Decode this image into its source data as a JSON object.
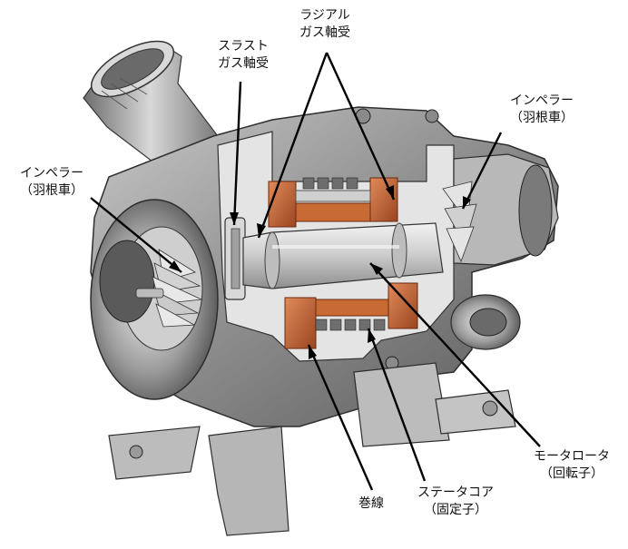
{
  "labels": {
    "radial_bearing": {
      "line1": "ラジアル",
      "line2": "ガス軸受"
    },
    "thrust_bearing": {
      "line1": "スラスト",
      "line2": "ガス軸受"
    },
    "impeller_right": {
      "line1": "インペラー",
      "line2": "（羽根車）"
    },
    "impeller_left": {
      "line1": "インペラー",
      "line2": "（羽根車）"
    },
    "motor_rotor": {
      "line1": "モータロータ",
      "line2": "（回転子）"
    },
    "winding": {
      "line1": "巻線"
    },
    "stator_core": {
      "line1": "ステータコア",
      "line2": "（固定子）"
    }
  },
  "colors": {
    "casing": "#9a9a9a",
    "casing_dark": "#4a4a4a",
    "section_face": "#e6e6e6",
    "copper": "#c8683a",
    "copper_dark": "#8a3a1c",
    "shaft": "#d4d4d4",
    "leader": "#000000"
  }
}
